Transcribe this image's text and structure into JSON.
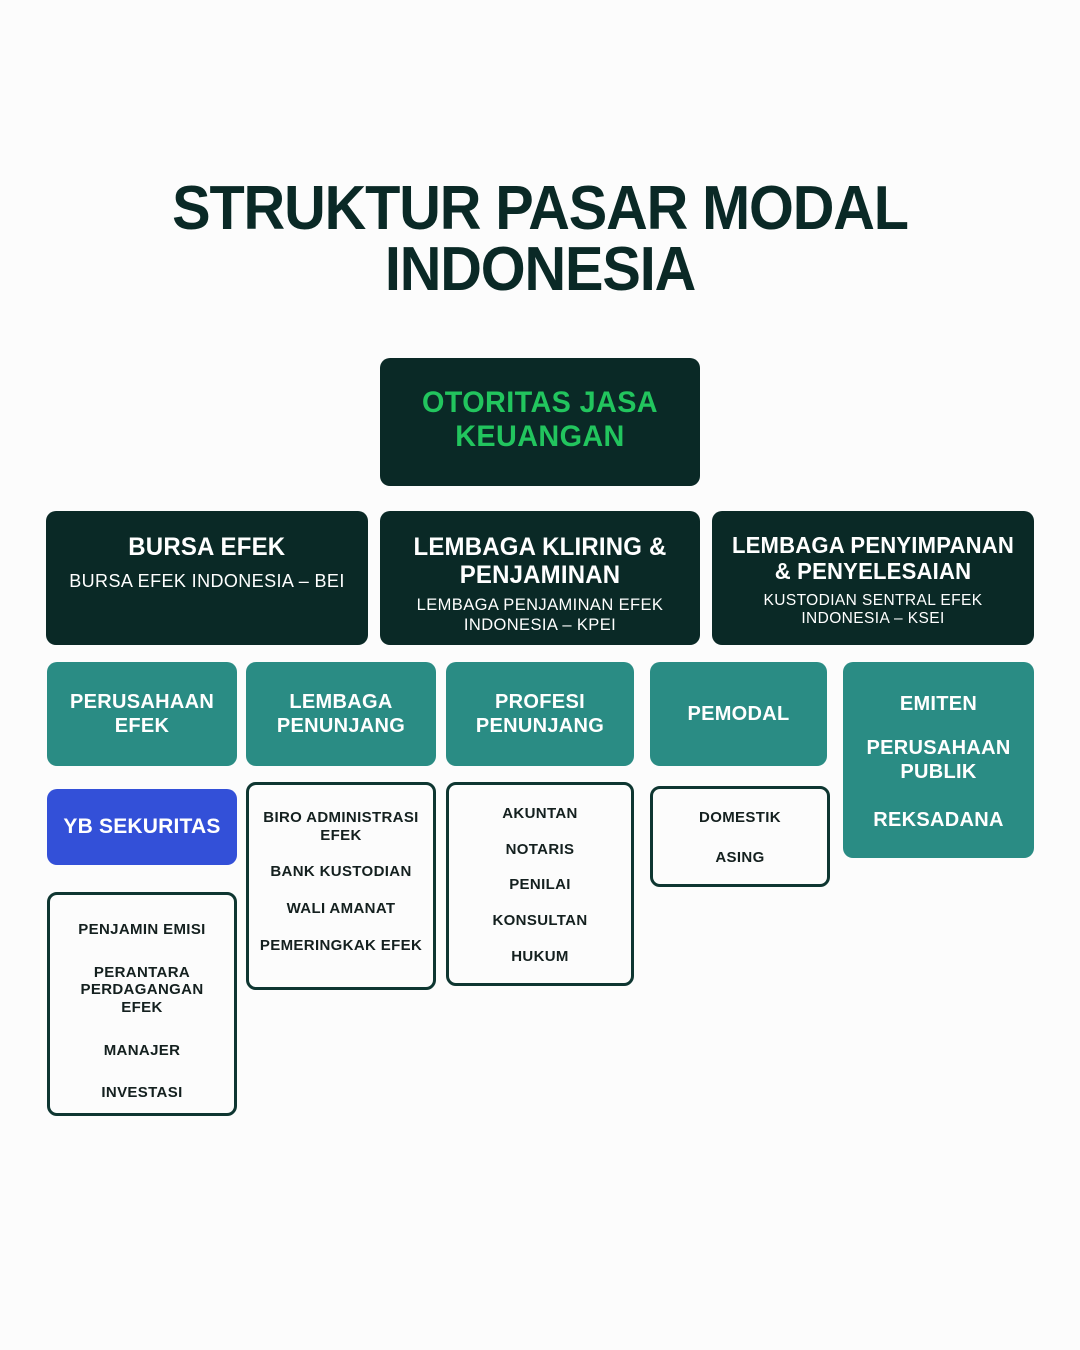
{
  "title": {
    "line1": "STRUKTUR PASAR MODAL",
    "line2": "INDONESIA"
  },
  "colors": {
    "background": "#FCFCFC",
    "dark_teal": "#0A2926",
    "teal": "#2A8C84",
    "blue": "#3350D8",
    "green_text": "#22C55E",
    "outline_border": "#0E3631",
    "body_text": "#14201F"
  },
  "regulator": {
    "label": "OTORITAS JASA KEUANGAN"
  },
  "institutions": [
    {
      "heading": "BURSA EFEK",
      "subtitle": "BURSA EFEK INDONESIA – BEI"
    },
    {
      "heading": "LEMBAGA KLIRING & PENJAMINAN",
      "subtitle": "LEMBAGA PENJAMINAN EFEK INDONESIA – KPEI"
    },
    {
      "heading": "LEMBAGA PENYIMPANAN & PENYELESAIAN",
      "subtitle": "KUSTODIAN SENTRAL EFEK INDONESIA – KSEI"
    }
  ],
  "categories": [
    {
      "label": "PERUSAHAAN EFEK"
    },
    {
      "label": "LEMBAGA PENUNJANG"
    },
    {
      "label": "PROFESI PENUNJANG"
    },
    {
      "label": "PEMODAL"
    }
  ],
  "emiten": {
    "line1": "EMITEN",
    "line2": "PERUSAHAAN PUBLIK",
    "line3": "REKSADANA"
  },
  "highlight": {
    "label": "YB SEKURITAS"
  },
  "lists": {
    "perusahaan_efek": [
      "PENJAMIN EMISI",
      "PERANTARA PERDAGANGAN EFEK",
      "MANAJER",
      "INVESTASI"
    ],
    "lembaga_penunjang": [
      "BIRO ADMINISTRASI EFEK",
      "BANK KUSTODIAN",
      "WALI AMANAT",
      "PEMERINGKAK EFEK"
    ],
    "profesi_penunjang": [
      "AKUNTAN",
      "NOTARIS",
      "PENILAI",
      "KONSULTAN",
      "HUKUM"
    ],
    "pemodal": [
      "DOMESTIK",
      "ASING"
    ]
  }
}
